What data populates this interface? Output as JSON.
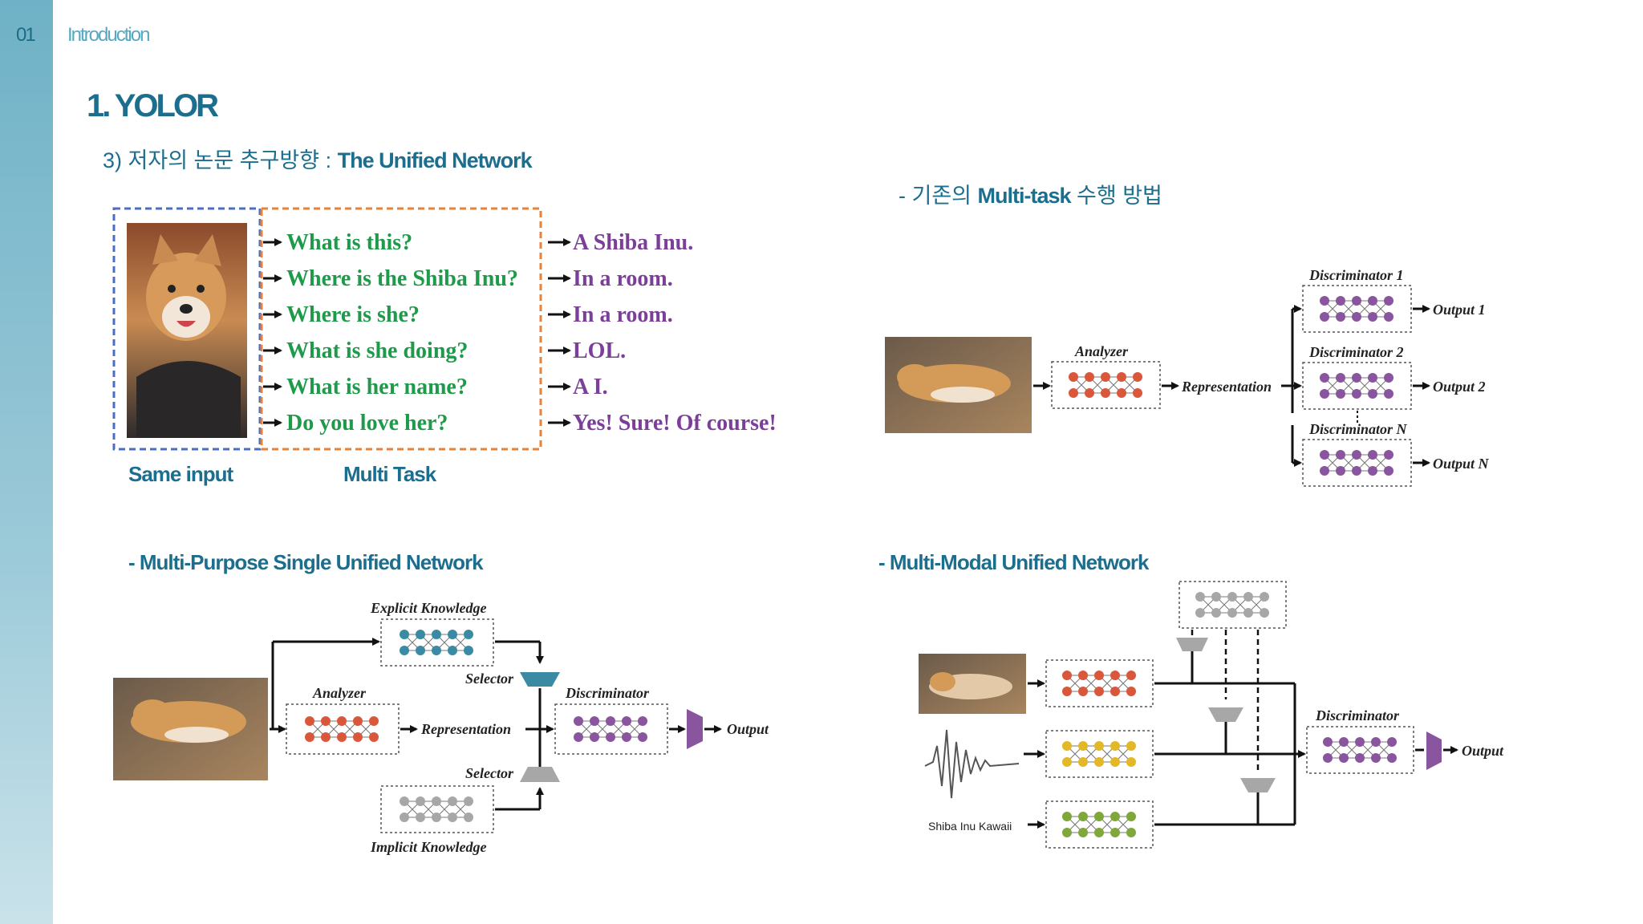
{
  "header": {
    "slide_number": "01",
    "section": "Introduction",
    "title": "1. YOLOR",
    "subtitle_prefix": "3) 저자의 논문 추구방향 : ",
    "subtitle_bold": "The Unified Network"
  },
  "qa_panel": {
    "questions": [
      "What is this?",
      "Where is the Shiba Inu?",
      "Where is she?",
      "What is she doing?",
      "What is her name?",
      "Do you love her?"
    ],
    "answers": [
      "A Shiba Inu.",
      "In a room.",
      "In a room.",
      "LOL.",
      "A I.",
      "Yes! Sure! Of course!"
    ],
    "caption_input": "Same input",
    "caption_task": "Multi Task"
  },
  "existing": {
    "header_prefix": "- 기존의 ",
    "header_bold": "Multi-task",
    "header_suffix": " 수행 방법",
    "analyzer": "Analyzer",
    "representation": "Representation",
    "disc1": "Discriminator 1",
    "disc2": "Discriminator 2",
    "discN": "Discriminator N",
    "out1": "Output 1",
    "out2": "Output 2",
    "outN": "Output N"
  },
  "single_unified": {
    "header": "- Multi-Purpose Single Unified Network",
    "explicit": "Explicit Knowledge",
    "implicit": "Implicit Knowledge",
    "analyzer": "Analyzer",
    "representation": "Representation",
    "selector_top": "Selector",
    "selector_bottom": "Selector",
    "discriminator": "Discriminator",
    "output": "Output"
  },
  "multimodal": {
    "header": "- Multi-Modal Unified Network",
    "text_input": "Shiba Inu Kawaii",
    "discriminator": "Discriminator",
    "output": "Output"
  },
  "colors": {
    "accent": "#1c6e8e",
    "question_green": "#1e9a4a",
    "answer_purple": "#7b3f9a",
    "blue_dash": "#4a6fc0",
    "orange_dash": "#e8823a",
    "net_red": "#d9573b",
    "net_purple": "#8a559f",
    "net_teal": "#3b8aa3",
    "net_gray": "#a7a7a7",
    "net_yellow": "#e2b826",
    "net_green": "#7fa83a"
  }
}
